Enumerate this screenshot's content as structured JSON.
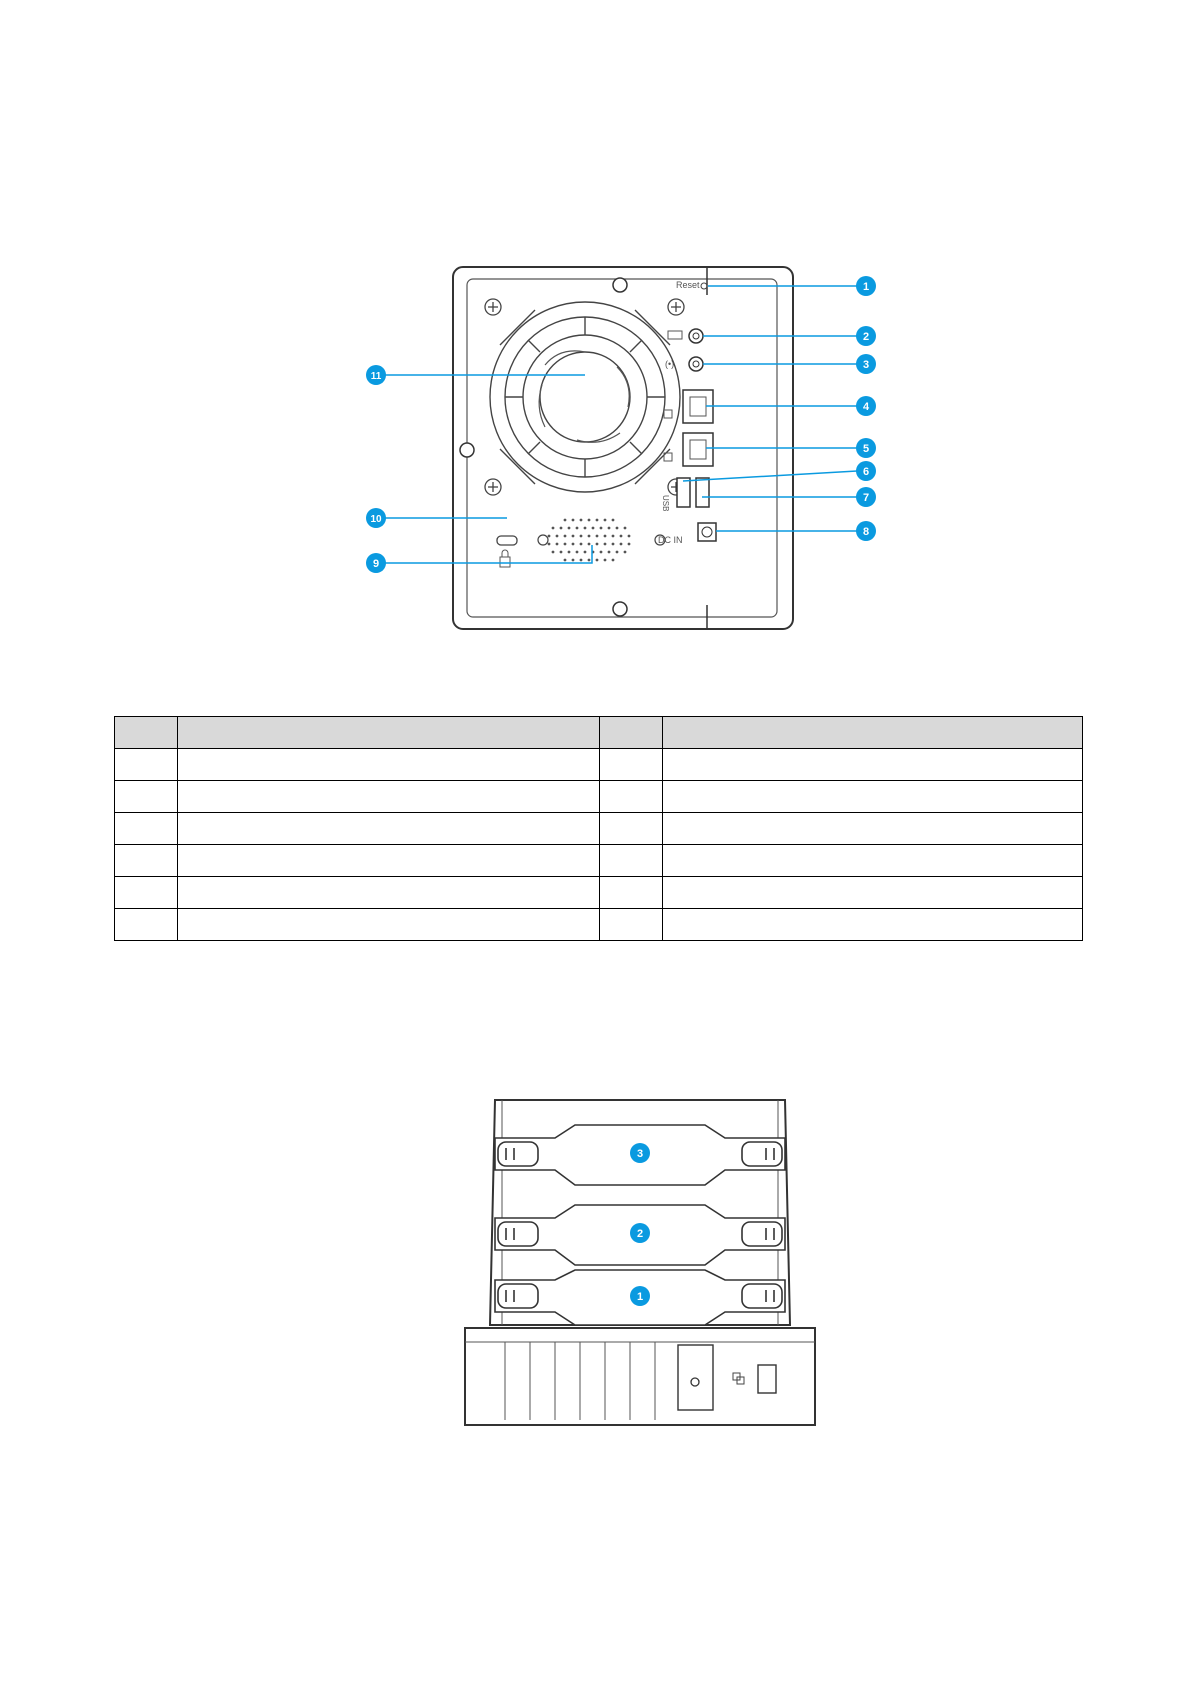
{
  "rear_panel": {
    "reset_label": "Reset",
    "dc_in_label": "DC IN",
    "usb_label": "USB",
    "callouts": [
      "1",
      "2",
      "3",
      "4",
      "5",
      "6",
      "7",
      "8",
      "9",
      "10",
      "11"
    ],
    "accent_color": "#0a9ae0"
  },
  "table": {
    "header": [
      "",
      "",
      "",
      ""
    ],
    "rows": [
      [
        "",
        "",
        "",
        ""
      ],
      [
        "",
        "",
        "",
        ""
      ],
      [
        "",
        "",
        "",
        ""
      ],
      [
        "",
        "",
        "",
        ""
      ],
      [
        "",
        "",
        "",
        ""
      ],
      [
        "",
        "",
        "",
        ""
      ]
    ]
  },
  "drive_bays": {
    "callouts": [
      "3",
      "2",
      "1"
    ]
  }
}
